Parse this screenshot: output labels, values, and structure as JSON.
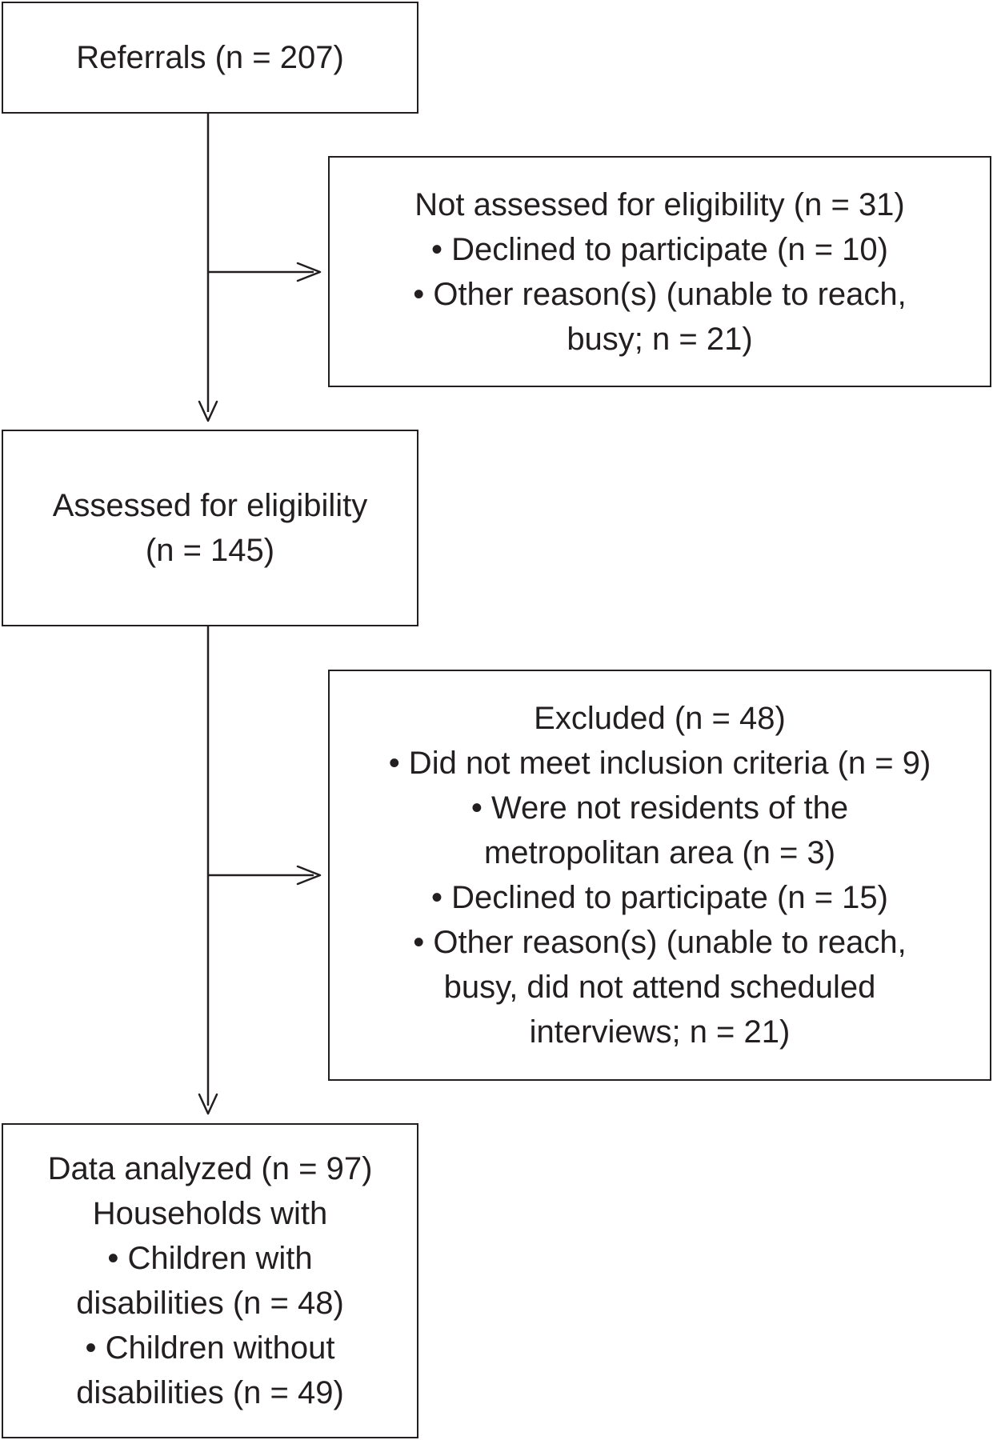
{
  "referrals": {
    "lines": [
      "Referrals (n = 207)"
    ]
  },
  "not_assessed": {
    "lines": [
      "Not assessed for eligibility (n = 31)",
      "• Declined to participate (n = 10)",
      "• Other reason(s) (unable to reach,",
      "busy; n = 21)"
    ]
  },
  "assessed": {
    "lines": [
      "Assessed for eligibility",
      "(n = 145)"
    ]
  },
  "excluded": {
    "lines": [
      "Excluded (n = 48)",
      "• Did not meet inclusion criteria (n = 9)",
      "• Were not residents of the",
      "metropolitan area (n = 3)",
      "• Declined to participate (n = 15)",
      "• Other reason(s) (unable to reach,",
      "busy, did not attend scheduled",
      "interviews; n = 21)"
    ]
  },
  "analyzed": {
    "lines": [
      "Data analyzed (n = 97)",
      "Households with",
      "• Children with",
      "disabilities (n = 48)",
      "• Children without",
      "disabilities (n = 49)"
    ]
  },
  "colors": {
    "stroke": "#231f20",
    "text": "#231f20",
    "background": "#ffffff"
  }
}
